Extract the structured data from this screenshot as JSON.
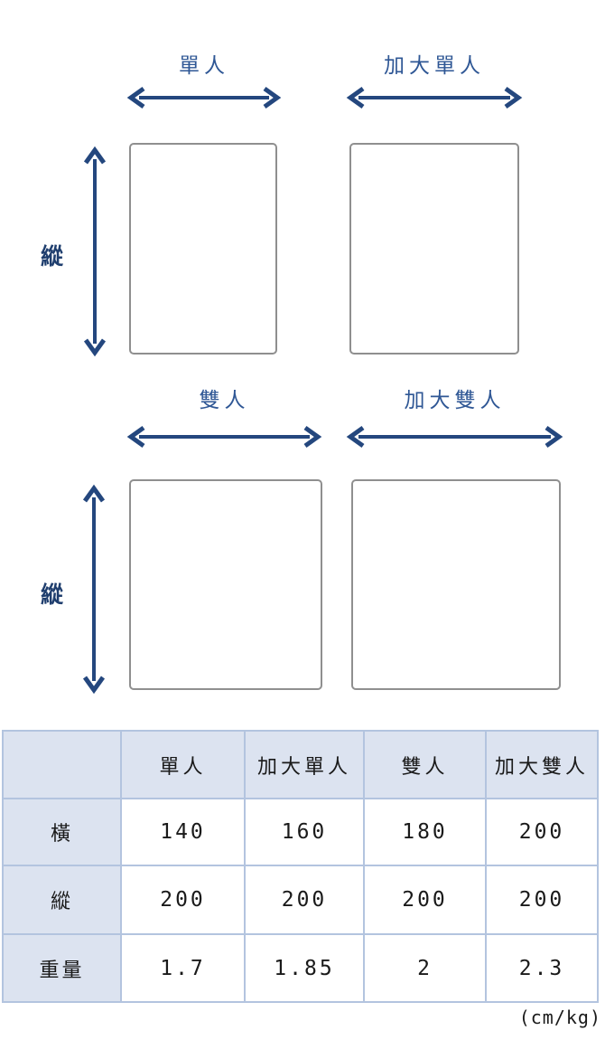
{
  "colors": {
    "label_blue": "#2F5795",
    "arrow_navy": "#24477E",
    "axis_label_navy": "#1F3E6E",
    "rect_border_gray": "#8F8F8F",
    "table_border": "#B3C4DF",
    "table_header_fill": "#DCE3F0",
    "text": "#1A1A1A"
  },
  "diagram": {
    "vertical_label": "縱",
    "sizes": [
      {
        "label": "單人"
      },
      {
        "label": "加大單人"
      },
      {
        "label": "雙人"
      },
      {
        "label": "加大雙人"
      }
    ]
  },
  "table": {
    "columns": [
      "",
      "單人",
      "加大單人",
      "雙人",
      "加大雙人"
    ],
    "rows": [
      {
        "header": "橫",
        "values": [
          "140",
          "160",
          "180",
          "200"
        ]
      },
      {
        "header": "縱",
        "values": [
          "200",
          "200",
          "200",
          "200"
        ]
      },
      {
        "header": "重量",
        "values": [
          "1.7",
          "1.85",
          "2",
          "2.3"
        ]
      }
    ],
    "unit_note": "(cm/kg)"
  }
}
